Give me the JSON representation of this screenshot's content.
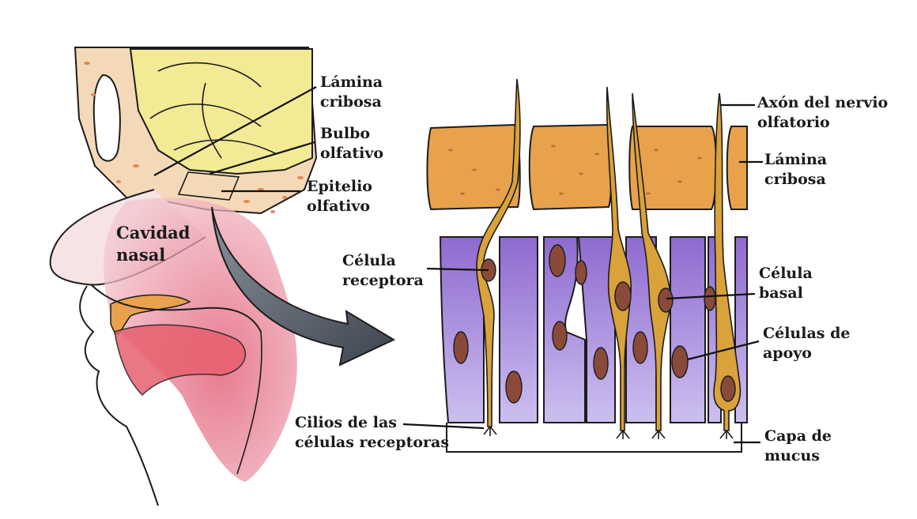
{
  "labels": {
    "lamina_cribosa_left": [
      "Lámina",
      "cribosa"
    ],
    "bulbo_olfativo": [
      "Bulbo",
      "olfativo"
    ],
    "epitelio_olfativo": [
      "Epitelio",
      "olfativo"
    ],
    "cavidad_nasal": [
      "Cavidad",
      "nasal"
    ],
    "axon_nervio": [
      "Axón del nervio",
      "olfatorio"
    ],
    "lamina_cribosa_right": [
      "Lámina",
      "cribosa"
    ],
    "celula_receptora": [
      "Célula",
      "receptora"
    ],
    "celula_basal": [
      "Célula",
      "basal"
    ],
    "celulas_apoyo": [
      "Células de",
      "apoyo"
    ],
    "cilios": [
      "Cilios de las",
      "células receptoras"
    ],
    "capa_mucus": [
      "Capa de",
      "mucus"
    ]
  },
  "colors": {
    "bone": "#f4d9b8",
    "bulb": "#f3ea95",
    "nasal_pink": "#e88a9a",
    "cartilage_orange": "#e8a24c",
    "support_cell_purple": "#9a78d6",
    "receptor_yellow": "#d9a23a",
    "nucleus_brown": "#8a4a3a",
    "arrow_gray": "#5c6470",
    "outline": "#1c1c1c"
  }
}
